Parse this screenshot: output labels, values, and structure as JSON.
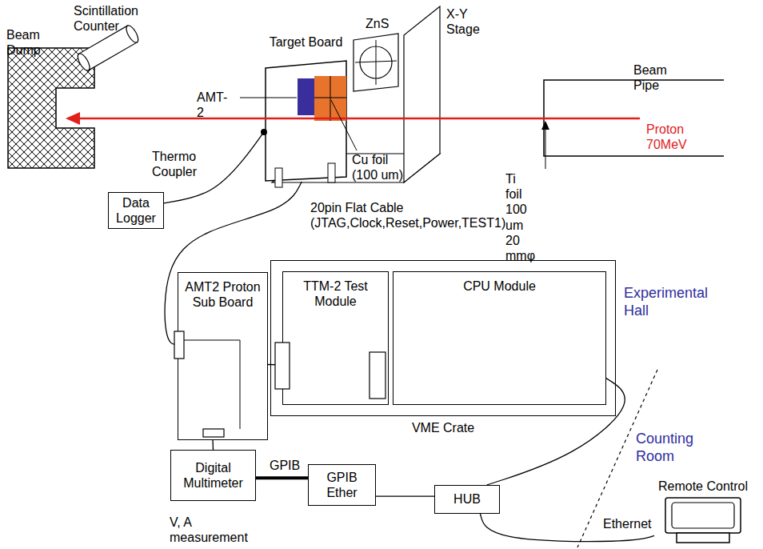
{
  "diagram": {
    "nodes": [
      {
        "text": [
          "Target Board"
        ]
      },
      {
        "text": [
          "Data Logger"
        ]
      },
      {
        "text": [
          "VME Crate"
        ]
      },
      {
        "text": [
          "AMT2 Proton Sub Board"
        ]
      },
      {
        "text": [
          "TTM-2 Test Module"
        ],
        "in": 2
      },
      {
        "text": [
          "CPU Module"
        ],
        "in": 2
      },
      {
        "text": [
          "Digital Multimeter"
        ]
      },
      {
        "text": [
          "GPIB Ether"
        ]
      },
      {
        "text": [
          "HUB"
        ]
      },
      {
        "text": [
          "Remote Control"
        ]
      }
    ],
    "edges": [
      {
        "from": 1,
        "to": 0,
        "arrow": "none"
      },
      {
        "from": 0,
        "to": 3,
        "arrow": "none"
      },
      {
        "from": 3,
        "to": 6,
        "arrow": "none"
      },
      {
        "from": 6,
        "to": 7,
        "label": "GPIB",
        "arrow": "none"
      },
      {
        "from": 7,
        "to": 8,
        "arrow": "none"
      },
      {
        "from": 5,
        "to": 8,
        "arrow": "none"
      },
      {
        "from": 8,
        "to": 9,
        "label": "Ethernet",
        "arrow": "none"
      },
      {
        "from": 3,
        "to": 4,
        "arrow": "none"
      }
    ],
    "labels": [
      "Scintillation Counter",
      "Beam Dump",
      "X-Y Stage",
      "ZnS",
      "AMT-2",
      "Cu foil (100 um)",
      "Beam Pipe",
      "Proton 70MeV",
      "Thermo Coupler",
      "Ti foil 100 um 20 mmφ",
      "20pin Flat Cable (JTAG,Clock,Reset,Power,TEST1)",
      "Experimental Hall",
      "Counting Room",
      "V, A measurement"
    ]
  }
}
